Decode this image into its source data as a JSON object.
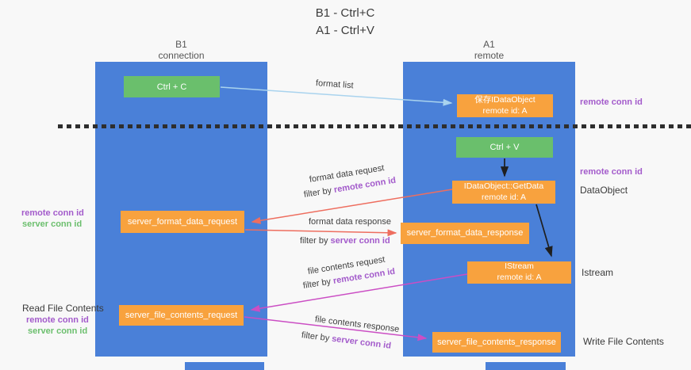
{
  "colors": {
    "background": "#f8f8f8",
    "column_blue": "#4a80d8",
    "box_green": "#6abf6c",
    "box_orange": "#f8a23e",
    "arrow_light_blue": "#a9d3ee",
    "arrow_red": "#ee6e5f",
    "arrow_magenta": "#cb4ec4",
    "arrow_black": "#1f1f1f",
    "text_purple": "#a35bcb",
    "text_green": "#6cbf6e"
  },
  "title": {
    "line1": "B1 - Ctrl+C",
    "line2": "A1 - Ctrl+V"
  },
  "columns": {
    "left": {
      "name": "B1",
      "role": "connection"
    },
    "right": {
      "name": "A1",
      "role": "remote"
    }
  },
  "boxes": {
    "ctrl_c": {
      "label": "Ctrl + C"
    },
    "ctrl_v": {
      "label": "Ctrl + V"
    },
    "save_dataobject": {
      "line1": "保存IDataObject",
      "line2": "remote id: A"
    },
    "getdata": {
      "line1": "IDataObject::GetData",
      "line2": "remote id: A"
    },
    "istream": {
      "line1": "IStream",
      "line2": "remote id: A"
    },
    "format_request": {
      "label": "server_format_data_request"
    },
    "format_response": {
      "label": "server_format_data_response"
    },
    "file_request": {
      "label": "server_file_contents_request"
    },
    "file_response": {
      "label": "server_file_contents_response"
    }
  },
  "arrows": {
    "format_list": {
      "label": "format list"
    },
    "format_data_request": {
      "label": "format data request",
      "filter_prefix": "filter by ",
      "filter_id": "remote conn id"
    },
    "format_data_response": {
      "label": "format data response",
      "filter_prefix": "filter by ",
      "filter_id": "server conn id"
    },
    "file_contents_request": {
      "label": "file contents request",
      "filter_prefix": "filter by ",
      "filter_id": "remote conn id"
    },
    "file_contents_response": {
      "label": "file contents response",
      "filter_prefix": "filter by ",
      "filter_id": "server conn id"
    }
  },
  "annotations": {
    "left": {
      "remote_conn_id": "remote conn id",
      "server_conn_id": "server conn id",
      "read_file_contents": "Read File Contents",
      "remote_conn_id_2": "remote conn id",
      "server_conn_id_2": "server conn id"
    },
    "right": {
      "remote_conn_id_top": "remote conn id",
      "remote_conn_id_mid": "remote conn id",
      "dataobject": "DataObject",
      "istream": "Istream",
      "write_file_contents": "Write File Contents"
    }
  }
}
